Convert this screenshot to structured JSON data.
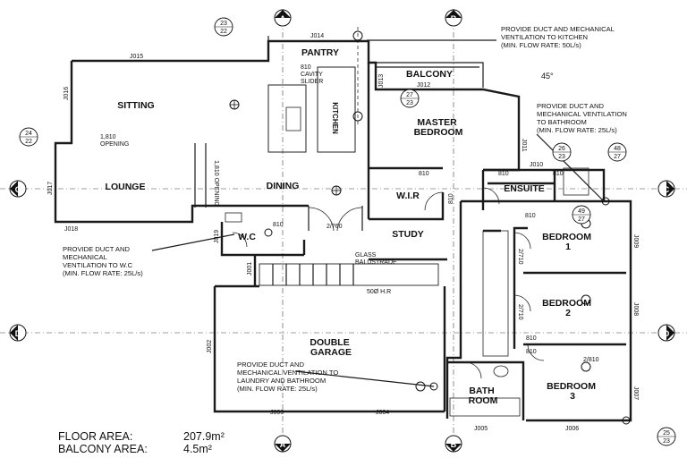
{
  "rooms": {
    "pantry": "PANTRY",
    "balcony": "BALCONY",
    "sitting": "SITTING",
    "kitchen": "KITCHEN",
    "master_bedroom": "MASTER\nBEDROOM",
    "lounge": "LOUNGE",
    "dining": "DINING",
    "wir": "W.I.R",
    "ensuite": "ENSUITE",
    "study": "STUDY",
    "bedroom1": "BEDROOM\n1",
    "bedroom2": "BEDROOM\n2",
    "bedroom3": "BEDROOM\n3",
    "wc": "W.C",
    "double_garage": "DOUBLE\nGARAGE",
    "bathroom": "BATH\nROOM"
  },
  "labels": {
    "cavity_slider": "810\nCAVITY\nSLIDER",
    "opening_1810": "1,810\nOPENING",
    "opening_vertical": "1,810 OPENING",
    "door_2760": "2/760",
    "glass_balustrade": "GLASS\nBALUSTRADE",
    "handrail": "50Ø H.R",
    "angle": "45°",
    "door_2810": "2/810",
    "d_810_a": "810",
    "d_810_b": "810",
    "d_810_c": "810",
    "d_810_d": "810",
    "d_810_e": "810",
    "d_810_f": "810",
    "d_810_g": "810",
    "d_810_h": "810",
    "d_2710_a": "2/710",
    "d_2710_b": "2/710"
  },
  "notes": {
    "kitchen_vent": "PROVIDE DUCT AND MECHANICAL\nVENTILATION TO KITCHEN\n(MIN. FLOW RATE: 50L/s)",
    "bathroom_vent": "PROVIDE DUCT AND\nMECHANICAL VENTILATION\nTO BATHROOM\n(MIN. FLOW RATE: 25L/s)",
    "wc_vent": "PROVIDE DUCT AND\nMECHANICAL\nVENTILATION TO W.C\n(MIN. FLOW RATE: 25L/s)",
    "laundry_vent": "PROVIDE DUCT AND\nMECHANICAL VENTILATION TO\nLAUNDRY AND BATHROOM\n(MIN. FLOW RATE: 25L/s)"
  },
  "joinery_tags": {
    "J014": "J014",
    "J015": "J015",
    "J016": "J016",
    "J017": "J017",
    "J018": "J018",
    "J013": "J013",
    "J012": "J012",
    "J011": "J011",
    "J010": "J010",
    "J009": "J009",
    "J008": "J008",
    "J007": "J007",
    "J006": "J006",
    "J005": "J005",
    "J004": "J004",
    "J003": "J003",
    "J002": "J002",
    "J019": "J019",
    "J001": "J001"
  },
  "refs": {
    "r1": "23\n22",
    "r2": "24\n22",
    "r3": "27\n23",
    "r4": "26\n23",
    "r5": "48\n27",
    "r6": "49\n27",
    "r7": "25\n23"
  },
  "grid_markers": {
    "A": "A",
    "B": "B",
    "C": "C",
    "D": "D"
  },
  "summary": {
    "floor_area_label": "FLOOR AREA:",
    "floor_area_value": "207.9m²",
    "balcony_area_label": "BALCONY AREA:",
    "balcony_area_value": "4.5m²"
  }
}
